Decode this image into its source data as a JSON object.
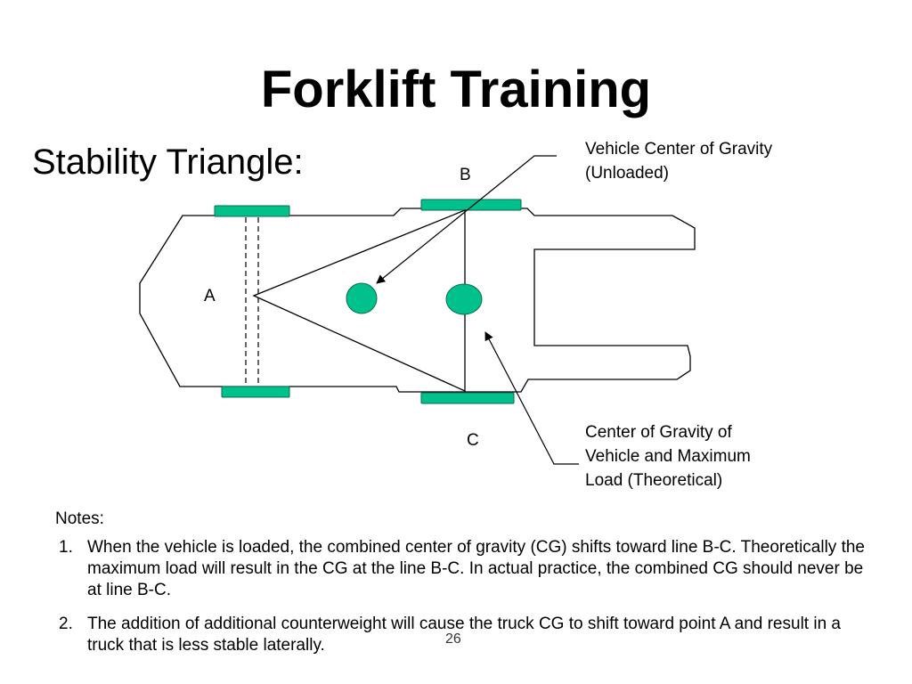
{
  "title": "Forklift Training",
  "subtitle": "Stability Triangle:",
  "diagram": {
    "points": {
      "a": "A",
      "b": "B",
      "c": "C"
    },
    "callout_unloaded": "Vehicle Center of Gravity (Unloaded)",
    "callout_loaded": "Center of Gravity of Vehicle and Maximum Load (Theoretical)",
    "colors": {
      "accent": "#00c08b",
      "accent_stroke": "#0b6b4e",
      "line": "#000000"
    }
  },
  "notes": {
    "title": "Notes:",
    "items": [
      {
        "number": "1.",
        "text": "When the vehicle is loaded, the combined center of gravity (CG) shifts toward line B-C. Theoretically the maximum load will result in the CG at the line B-C. In actual practice, the combined CG should never be at line B-C."
      },
      {
        "number": "2.",
        "text": "The addition of additional counterweight will cause the truck CG to shift toward point A and result in a truck that is less stable laterally."
      }
    ]
  },
  "page_number": "26"
}
